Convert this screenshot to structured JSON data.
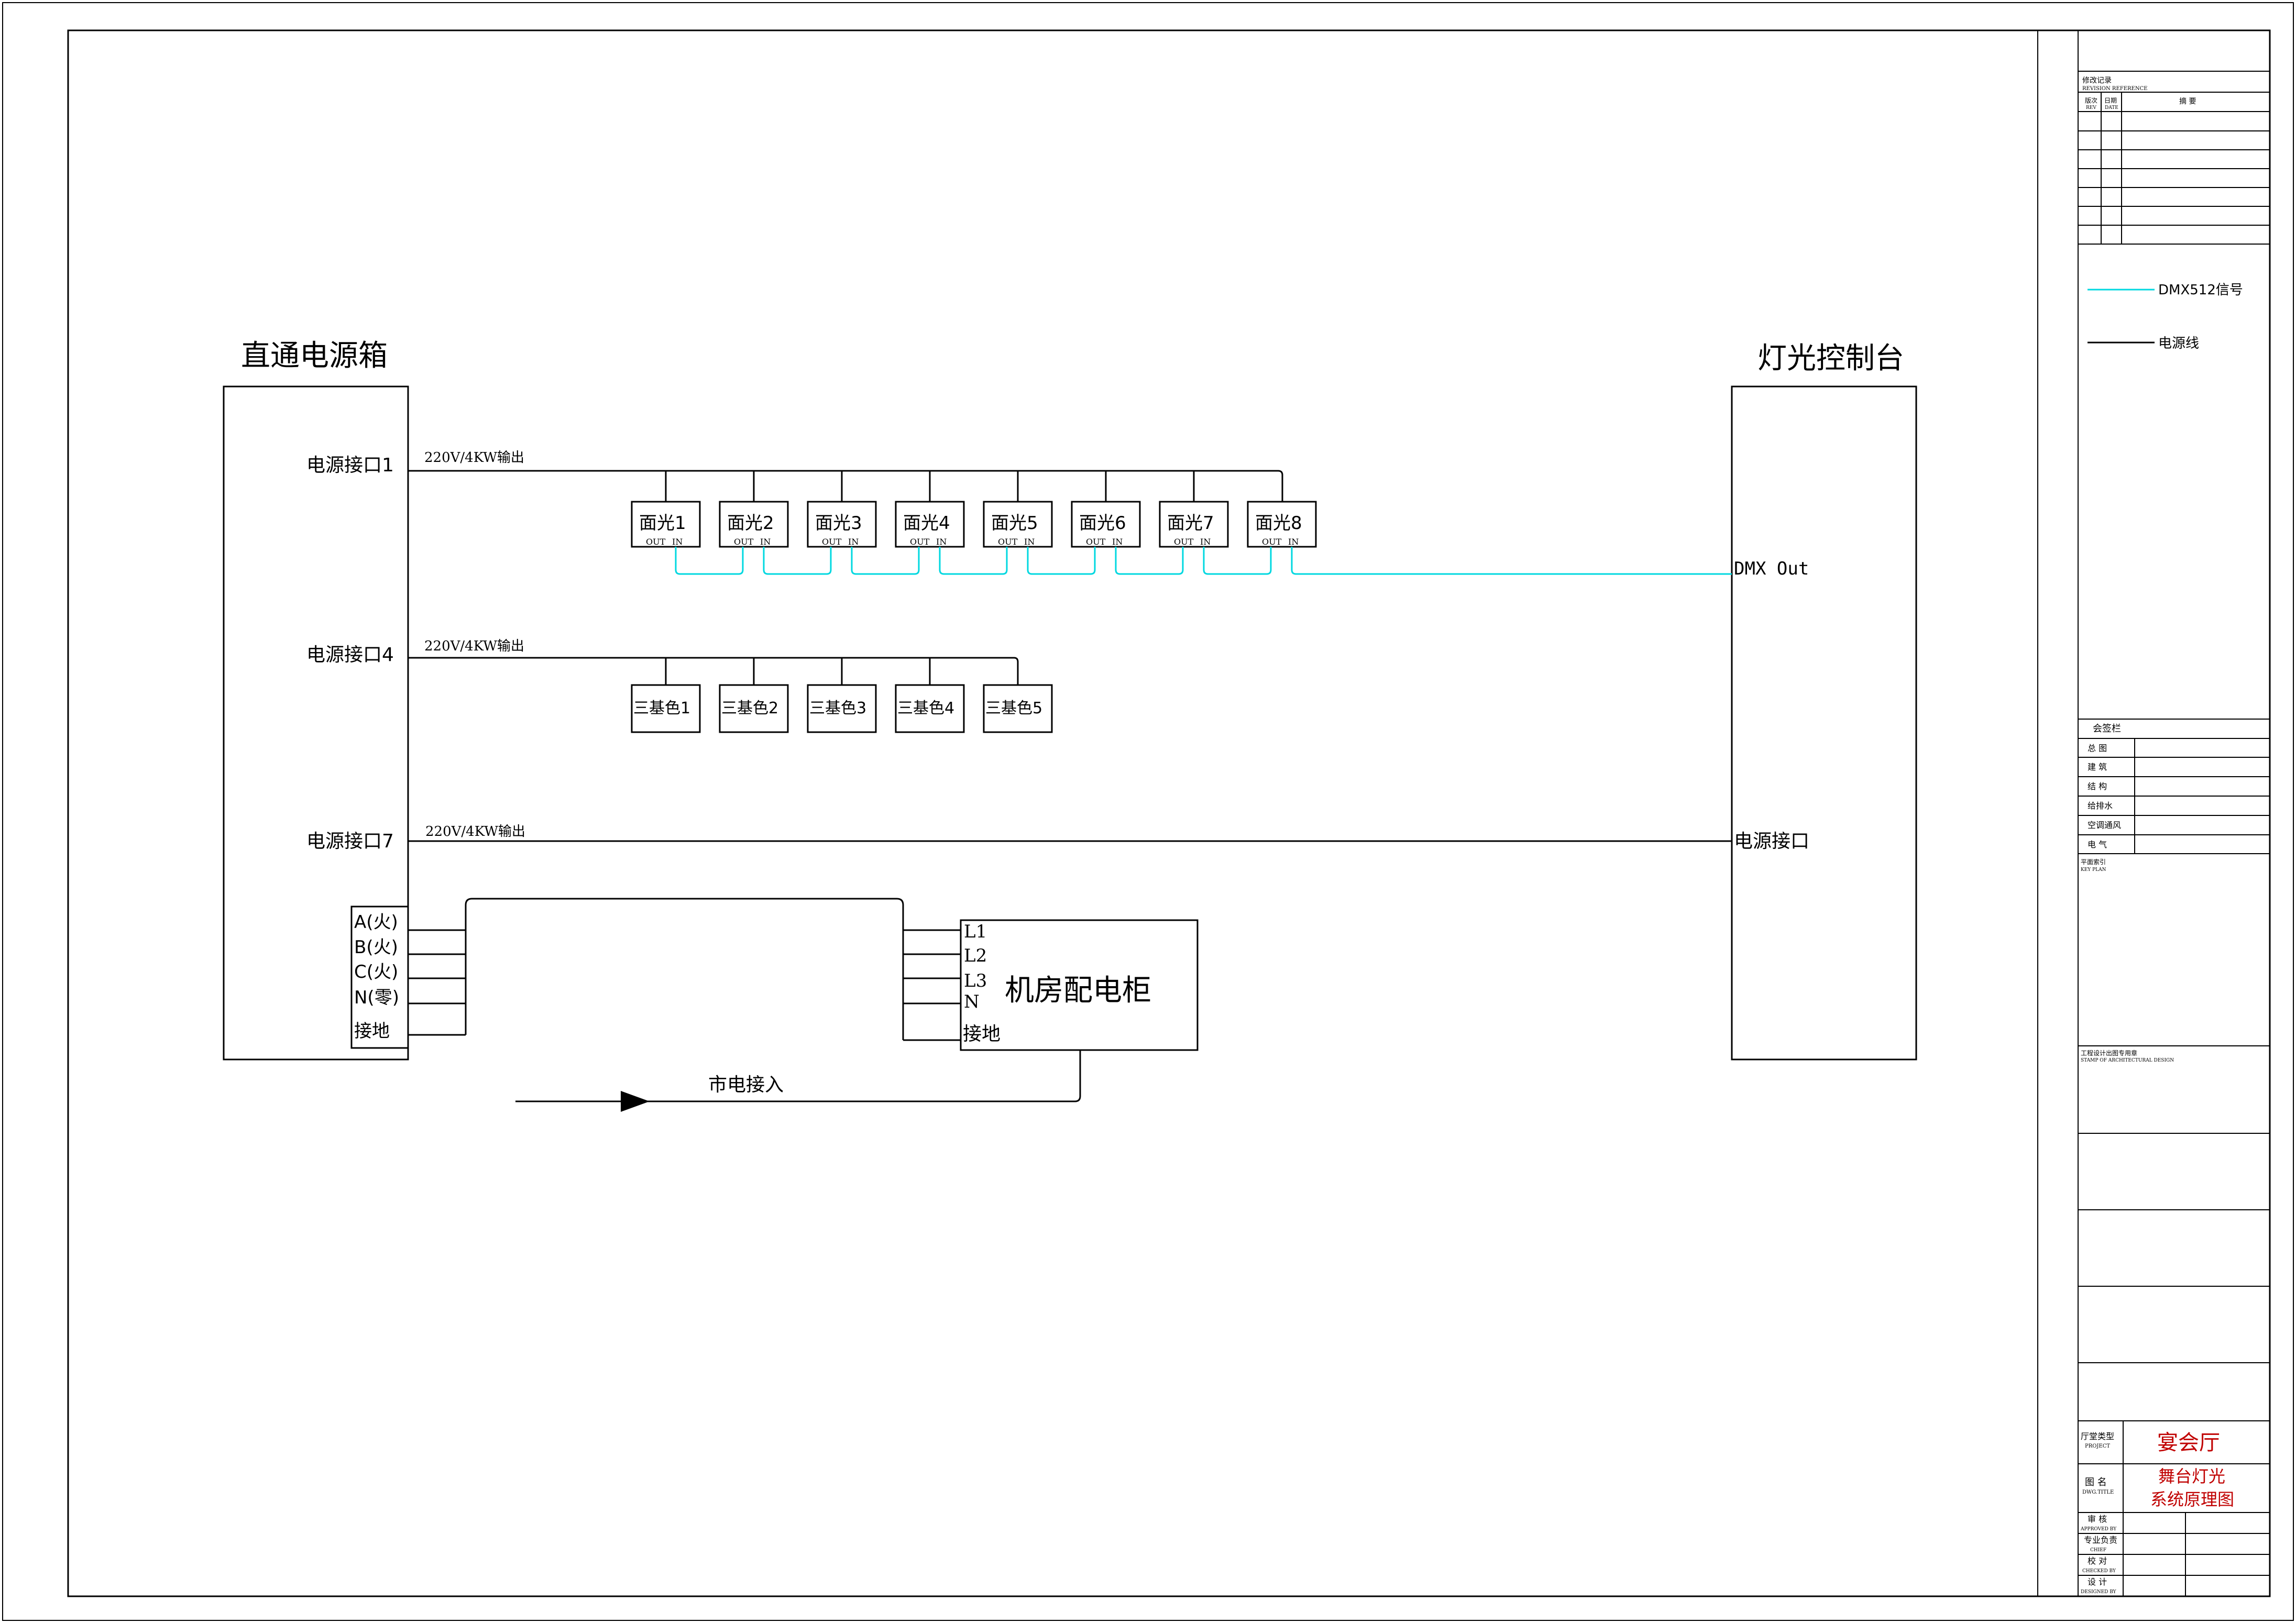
{
  "title_power_box": "直通电源箱",
  "title_console": "灯光控制台",
  "ports": {
    "port1": "电源接口1",
    "port4": "电源接口4",
    "port7": "电源接口7"
  },
  "output_label": "220V/4KW输出",
  "face_lights": [
    "面光1",
    "面光2",
    "面光3",
    "面光4",
    "面光5",
    "面光6",
    "面光7",
    "面光8"
  ],
  "out_label": "OUT",
  "in_label": "IN",
  "rgb_lights": [
    "三基色1",
    "三基色2",
    "三基色3",
    "三基色4",
    "三基色5"
  ],
  "console": {
    "dmx_out": "DMX Out",
    "power_port": "电源接口"
  },
  "phases_left": [
    "A(火)",
    "B(火)",
    "C(火)",
    "N(零)",
    "接地"
  ],
  "cabinet": {
    "name": "机房配电柜",
    "terminals": [
      "L1",
      "L2",
      "L3",
      "N",
      "接地"
    ]
  },
  "mains_in": "市电接入",
  "legend": {
    "dmx": "DMX512信号",
    "power": "电源线",
    "dmx_color": "#00d8e0",
    "power_color": "#000000"
  },
  "title_block": {
    "revision_title": "修改记录",
    "revision_title_en": "REVISION REFERENCE",
    "rev_col": "版次",
    "rev_col_en": "REV",
    "date_col": "日期",
    "date_col_en": "DATE",
    "remark_col": "摘  要",
    "sign_title": "会签栏",
    "sign_rows": [
      "总  图",
      "建  筑",
      "结  构",
      "给排水",
      "空调通风",
      "电  气"
    ],
    "key_plan": "平面索引",
    "key_plan_en": "KEY PLAN",
    "stamp": "工程设计出图专用章",
    "stamp_en": "STAMP OF ARCHITECTURAL DESIGN",
    "project_label": "厅堂类型",
    "project_label_en": "PROJECT",
    "project_value": "宴会厅",
    "drawing_label": "图  名",
    "drawing_label_en": "DWG.TITLE",
    "drawing_value_1": "舞台灯光",
    "drawing_value_2": "系统原理图",
    "approved": "审  核",
    "approved_en": "APPROVED BY",
    "chief": "专业负责",
    "chief_en": "CHIEF",
    "checked": "校  对",
    "checked_en": "CHECKED BY",
    "designed": "设  计",
    "designed_en": "DESIGNED BY"
  }
}
